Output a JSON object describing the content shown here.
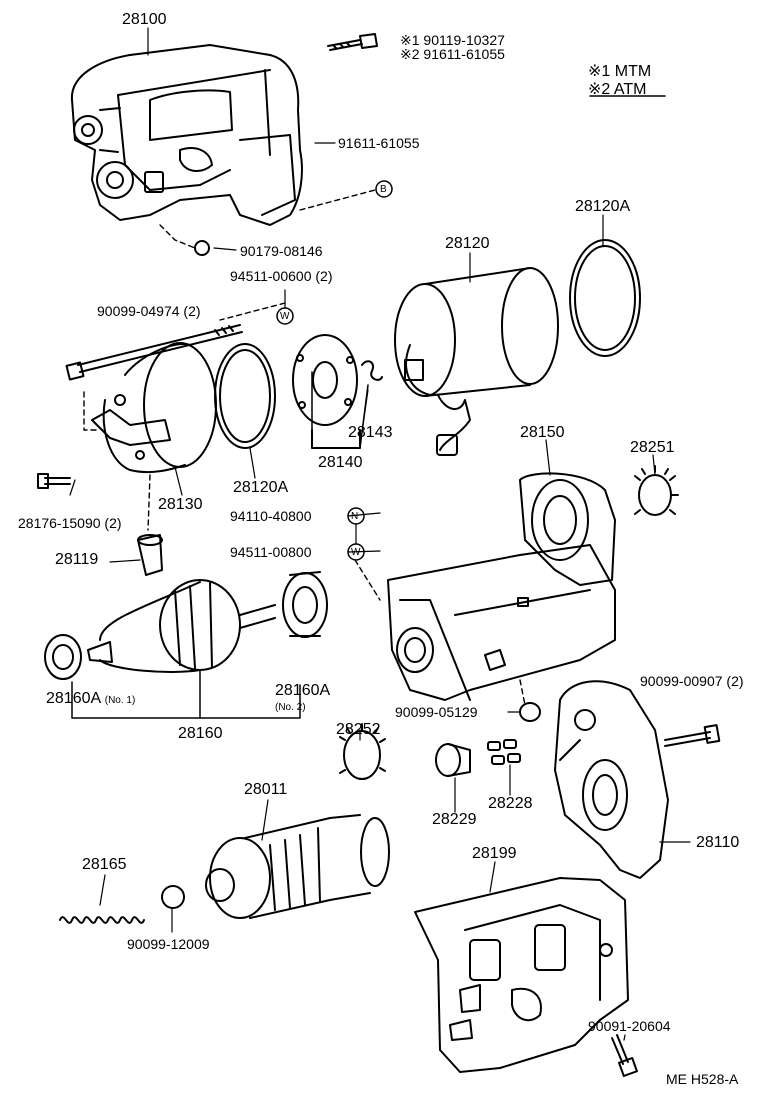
{
  "legend": {
    "line1_mark": "※1",
    "line1_text": "MTM",
    "line2_mark": "※2",
    "line2_text": "ATM"
  },
  "parts": {
    "p28100": "28100",
    "bolt_mtm": "※1 90119-10327",
    "bolt_atm": "※2 91611-61055",
    "p91611": "91611-61055",
    "p90179": "90179-08146",
    "p94511_600": "94511-00600 (2)",
    "p90099_04974": "90099-04974 (2)",
    "p28120": "28120",
    "p28120A_top": "28120A",
    "p28143": "28143",
    "p28140": "28140",
    "p28120A": "28120A",
    "p28130": "28130",
    "p28176": "28176-15090 (2)",
    "p94110": "94110-40800",
    "p94511_800": "94511-00800",
    "p28119": "28119",
    "p28150": "28150",
    "p28251": "28251",
    "p28160A_no1": "28160A",
    "p28160A_no1_sub": "(No. 1)",
    "p28160A_no2": "28160A",
    "p28160A_no2_sub": "(No. 2)",
    "p28160": "28160",
    "p90099_05129": "90099-05129",
    "p90099_00907": "90099-00907 (2)",
    "p28252": "28252",
    "p28011": "28011",
    "p28229": "28229",
    "p28228": "28228",
    "p28110": "28110",
    "p28165": "28165",
    "p90099_12009": "90099-12009",
    "p28199": "28199",
    "p90091": "90091-20604"
  },
  "markers": {
    "b": "B",
    "w": "W",
    "n": "N"
  },
  "footer": {
    "code": "ME  H528-A"
  }
}
